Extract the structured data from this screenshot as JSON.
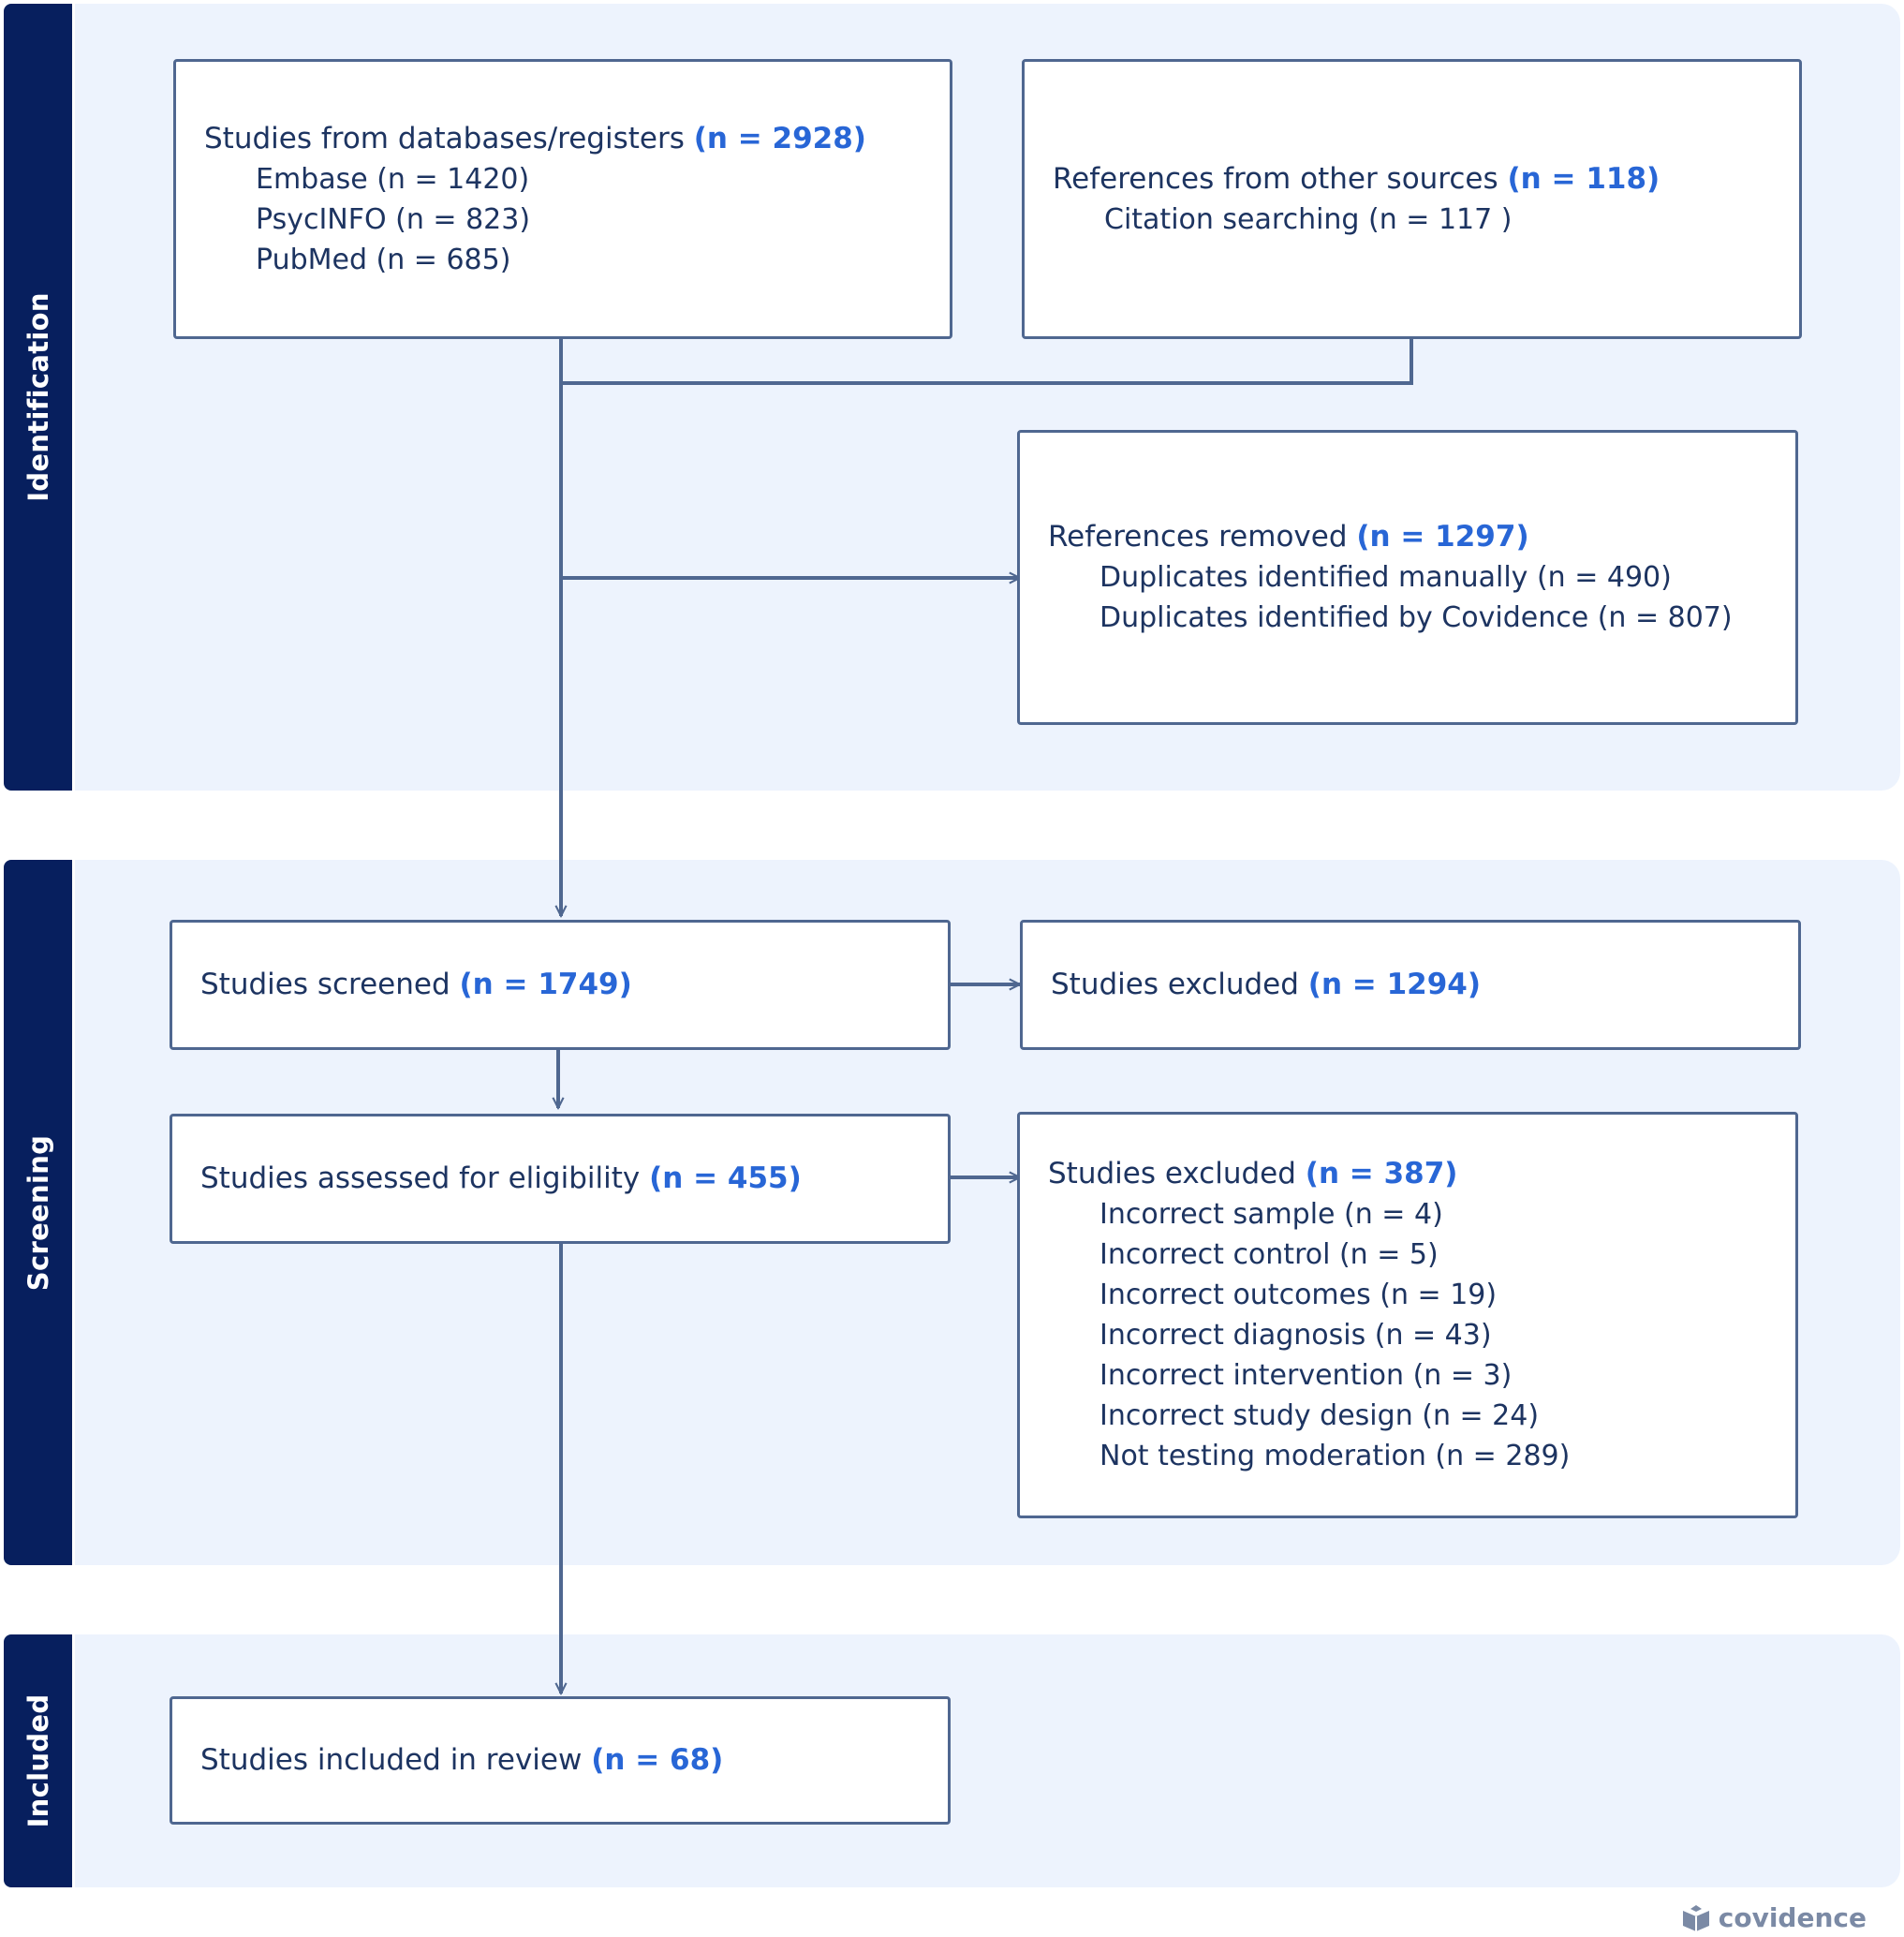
{
  "stages": {
    "identification": "Identification",
    "screening": "Screening",
    "included": "Included"
  },
  "boxes": {
    "databases": {
      "title": "Studies from databases/registers",
      "n": "(n = 2928)",
      "items": [
        "Embase (n = 1420)",
        "PsycINFO (n = 823)",
        "PubMed (n = 685)"
      ]
    },
    "other_sources": {
      "title": "References from other sources",
      "n": "(n = 118)",
      "items": [
        "Citation searching (n = 117 )"
      ]
    },
    "removed": {
      "title": "References removed",
      "n": "(n = 1297)",
      "items": [
        "Duplicates identified manually (n = 490)",
        "Duplicates identified by Covidence (n = 807)"
      ]
    },
    "screened": {
      "title": "Studies screened",
      "n": "(n = 1749)"
    },
    "excluded_screen": {
      "title": "Studies excluded",
      "n": "(n = 1294)"
    },
    "eligibility": {
      "title": "Studies assessed for eligibility",
      "n": "(n = 455)"
    },
    "excluded_full": {
      "title": "Studies excluded",
      "n": "(n = 387)",
      "items": [
        "Incorrect sample (n = 4)",
        "Incorrect control (n = 5)",
        "Incorrect outcomes (n = 19)",
        "Incorrect diagnosis (n = 43)",
        "Incorrect intervention (n = 3)",
        "Incorrect study design (n = 24)",
        "Not testing moderation (n = 289)"
      ]
    },
    "included": {
      "title": "Studies included in review",
      "n": "(n = 68)"
    }
  },
  "logo": {
    "icon": "covidence-logo-icon",
    "text": "covidence"
  },
  "colors": {
    "stage_bar": "#071f5e",
    "band": "#edf3fd",
    "box_border": "#4f6790",
    "count_text": "#2866d6",
    "connector": "#4f6790"
  }
}
